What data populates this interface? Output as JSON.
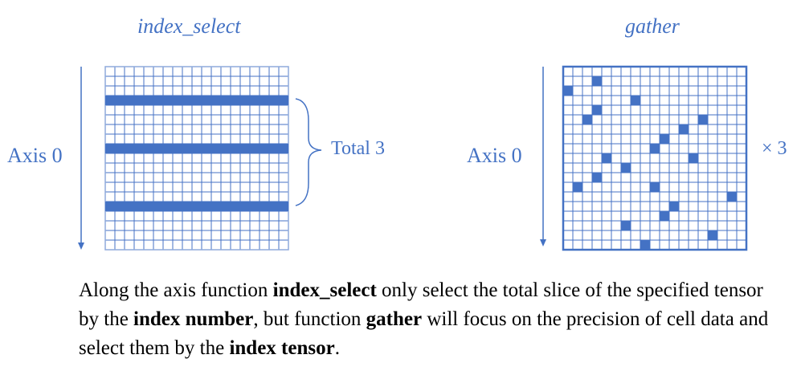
{
  "left_panel": {
    "title": "index_select",
    "axis_label": "Axis 0",
    "brace_label": "Total 3",
    "selected_rows": [
      3,
      8,
      14
    ]
  },
  "right_panel": {
    "title": "gather",
    "axis_label": "Axis 0",
    "multiplier_label": "× 3",
    "selected_cells": [
      [
        0,
        2
      ],
      [
        1,
        12
      ],
      [
        3,
        1
      ],
      [
        3,
        4
      ],
      [
        2,
        5
      ],
      [
        3,
        11
      ],
      [
        6,
        10
      ],
      [
        6,
        16
      ],
      [
        7,
        3
      ],
      [
        8,
        18
      ],
      [
        9,
        8
      ],
      [
        9,
        12
      ],
      [
        10,
        7
      ],
      [
        10,
        15
      ],
      [
        11,
        14
      ],
      [
        12,
        6
      ],
      [
        13,
        9
      ],
      [
        14,
        5
      ],
      [
        15,
        17
      ],
      [
        17,
        13
      ],
      [
        4,
        9
      ]
    ]
  },
  "colors": {
    "accent": "#4472c4",
    "text": "#000000"
  },
  "caption": {
    "p1": "Along the axis function ",
    "b1": "index_select",
    "p2": " only select the total slice of the specified tensor by the ",
    "b2": "index number",
    "p3": ", but function ",
    "b3": "gather",
    "p4": " will focus on the precision of cell data and select them by the ",
    "b4": "index tensor",
    "p5": "."
  }
}
